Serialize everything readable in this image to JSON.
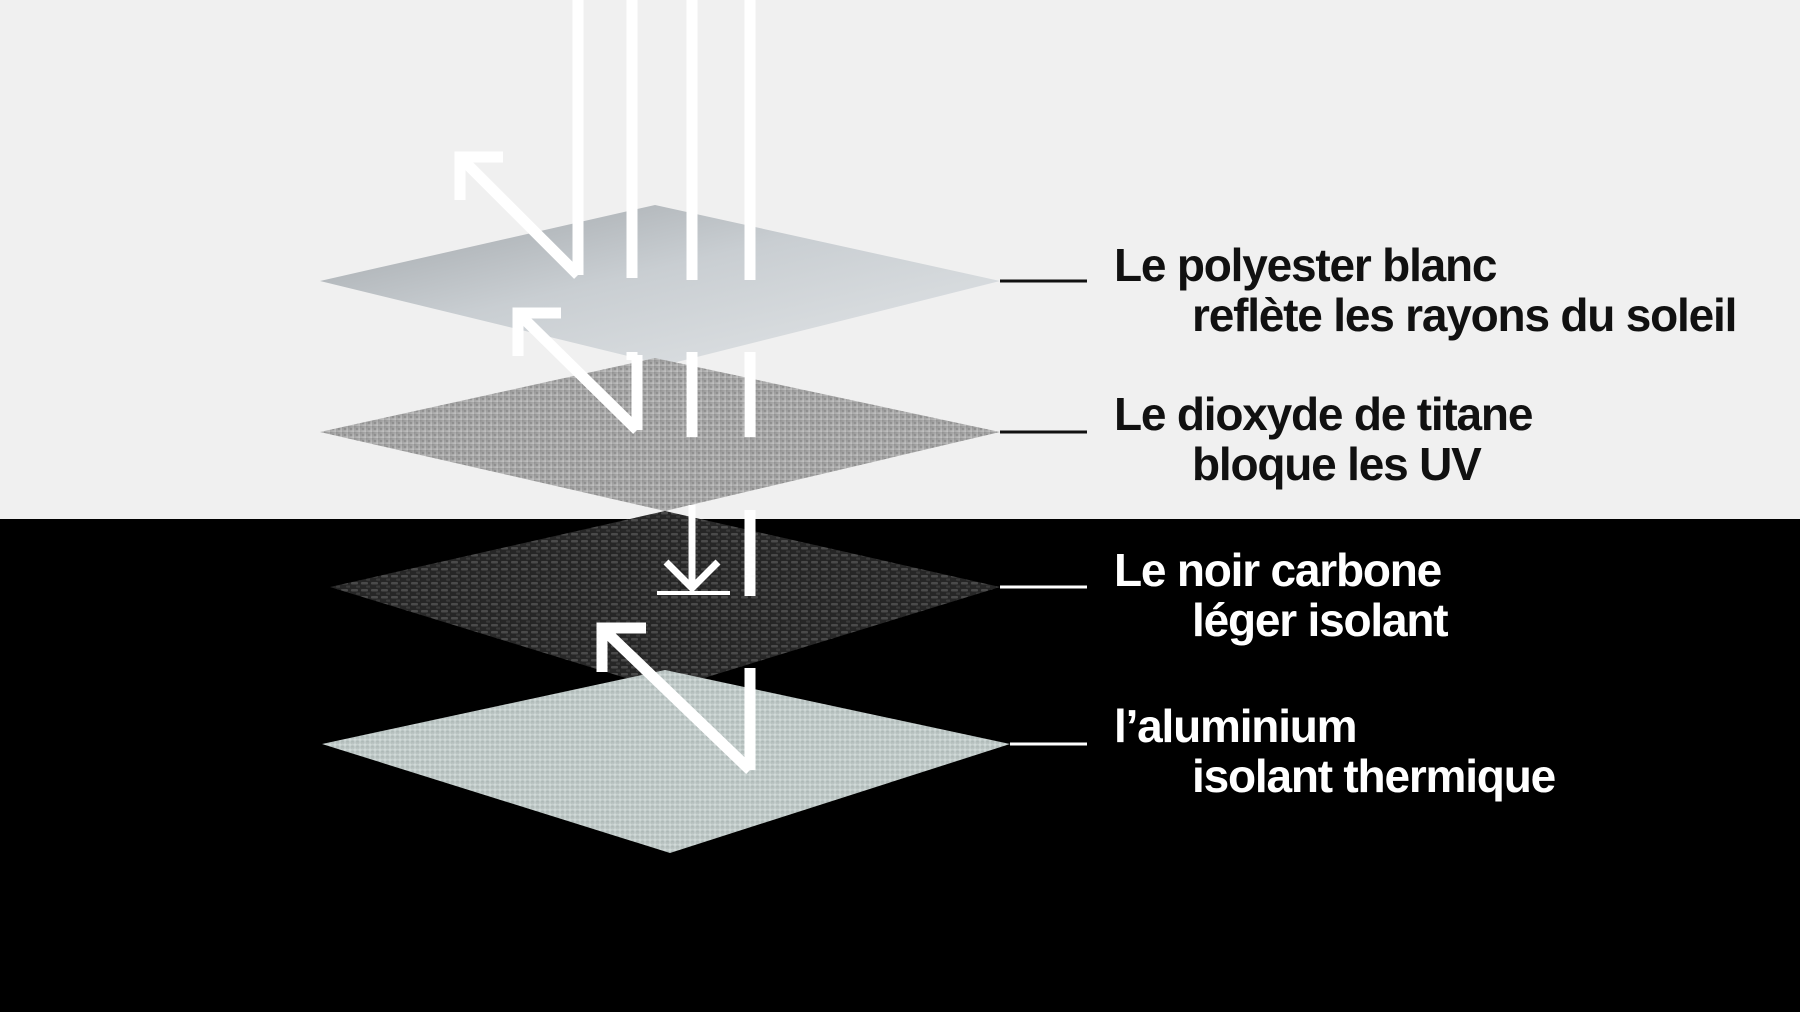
{
  "colors": {
    "background_top": "#f0f0f0",
    "background_bottom": "#000000",
    "leader_top": "#111111",
    "leader_bottom": "#ffffff",
    "arrow": "#ffffff"
  },
  "layers": [
    {
      "id": "polyester",
      "line1": "Le polyester blanc",
      "line2": "reflète les rayons du soleil",
      "texture": "smooth-silver"
    },
    {
      "id": "titane",
      "line1": "Le dioxyde de titane",
      "line2": "bloque les UV",
      "texture": "grey-mesh"
    },
    {
      "id": "carbone",
      "line1": "Le noir carbone",
      "line2": "léger isolant",
      "texture": "dark-weave"
    },
    {
      "id": "aluminium",
      "line1": "l’aluminium",
      "line2": "isolant thermique",
      "texture": "pale-metal"
    }
  ]
}
